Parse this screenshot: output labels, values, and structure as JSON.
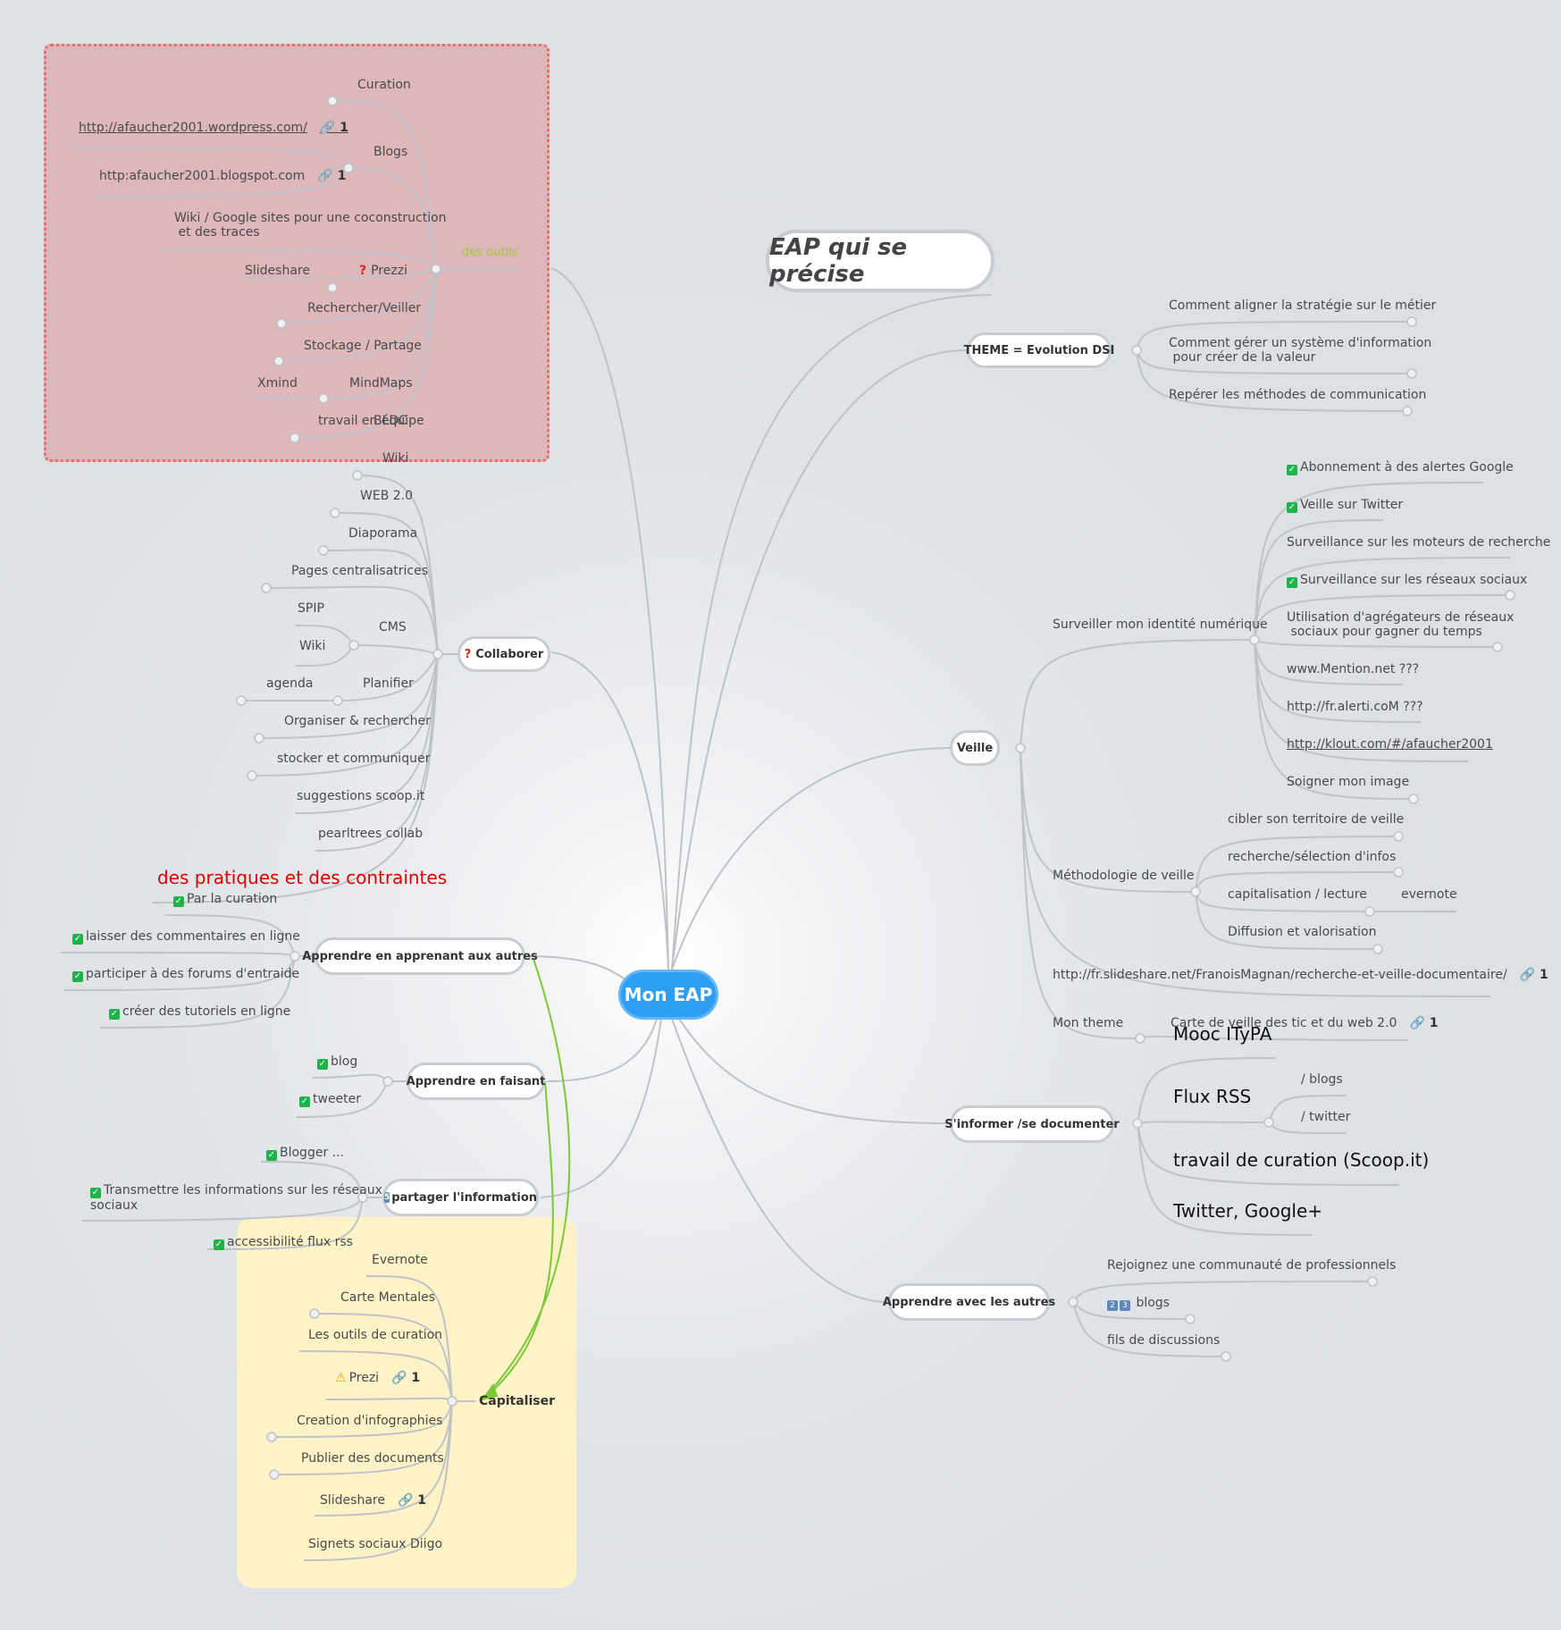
{
  "central": "Mon EAP",
  "floating": "EAP qui se précise",
  "colors": {
    "central": "#2f9ef5",
    "branch_line": "#bfc3c8",
    "relation_line": "#7cc83a",
    "zone_red": "#e6b4b4",
    "zone_yellow": "#fdf3c7",
    "check": "#20b24a"
  },
  "outils": {
    "label": "des outils",
    "curation": "Curation",
    "blogs": "Blogs",
    "blog_url1": "http://afaucher2001.wordpress.com/",
    "blog_url2": "http:afaucher2001.blogspot.com",
    "link_count": "1",
    "wiki_google": "Wiki / Google sites pour une coconstruction\n et des traces",
    "slideshare": "Slideshare",
    "prezzi": "Prezzi",
    "rechercher": "Rechercher/Veiller",
    "stockage": "Stockage / Partage",
    "xmind": "Xmind",
    "mindmaps": "MindMaps",
    "travail": "travail en équipe",
    "bldc": "BLDC"
  },
  "collaborer": {
    "label": "Collaborer",
    "items": [
      "Wiki",
      "WEB 2.0",
      "Diaporama",
      "Pages centralisatrices",
      "SPIP",
      "CMS",
      "Wiki",
      "agenda",
      "Planifier",
      "Organiser & rechercher",
      "stocker et communiquer",
      "suggestions scoop.it",
      "pearltrees collab"
    ],
    "pratiques": "des pratiques et des contraintes"
  },
  "apprenant": {
    "label": "Apprendre en apprenant aux autres",
    "items": [
      "Par la curation",
      "laisser des commentaires en ligne",
      "participer à des forums d'entraide",
      "créer des tutoriels en ligne"
    ]
  },
  "faisant": {
    "label": "Apprendre en faisant",
    "items": [
      "blog",
      "tweeter"
    ]
  },
  "partager": {
    "label": "partager l'information",
    "items": [
      "Blogger ...",
      "Transmettre les informations sur les réseaux\nsociaux",
      "accessibilité flux rss"
    ]
  },
  "capitaliser": {
    "label": "Capitaliser",
    "items": [
      "Evernote",
      "Carte Mentales",
      "Les outils de curation",
      "Prezi",
      "Creation d'infographies",
      "Publier des documents",
      "Slideshare",
      "Signets sociaux Diigo"
    ]
  },
  "theme": {
    "label": "THEME = Evolution DSI",
    "items": [
      "Comment aligner la stratégie sur le métier",
      "Comment gérer un système d'information\n pour créer de la valeur",
      "Repérer les méthodes de communication"
    ]
  },
  "veille": {
    "label": "Veille",
    "surveiller": "Surveiller mon identité numérique",
    "identite": [
      "Abonnement à des alertes Google",
      "Veille sur Twitter",
      "Surveillance sur les moteurs de recherche",
      "Surveillance sur les réseaux sociaux",
      "Utilisation d'agrégateurs de réseaux\n sociaux pour gagner du temps",
      "www.Mention.net",
      "http://fr.alerti.coM",
      "http://klout.com/#/afaucher2001",
      "Soigner mon image"
    ],
    "qqq": "???",
    "methodo": "Méthodologie de veille",
    "methodo_items": [
      "cibler son territoire de veille",
      "recherche/sélection d'infos",
      "capitalisation / lecture",
      "evernote",
      "Diffusion et valorisation"
    ],
    "slideshare_url": "http://fr.slideshare.net/FranoisMagnan/recherche-et-veille-documentaire/",
    "mon_theme": "Mon theme",
    "carte": "Carte de veille des tic et du web 2.0"
  },
  "informer": {
    "label": "S'informer /se documenter",
    "items": [
      "Mooc ITyPA",
      "Flux RSS",
      "/ blogs",
      "/ twitter",
      "travail de curation (Scoop.it)",
      "Twitter, Google+"
    ]
  },
  "avec_autres": {
    "label": "Apprendre avec les autres",
    "items": [
      "Rejoignez une communauté de professionnels",
      "blogs",
      "fils de discussions"
    ],
    "num1": "2",
    "num2": "3"
  },
  "partager_num": "5"
}
